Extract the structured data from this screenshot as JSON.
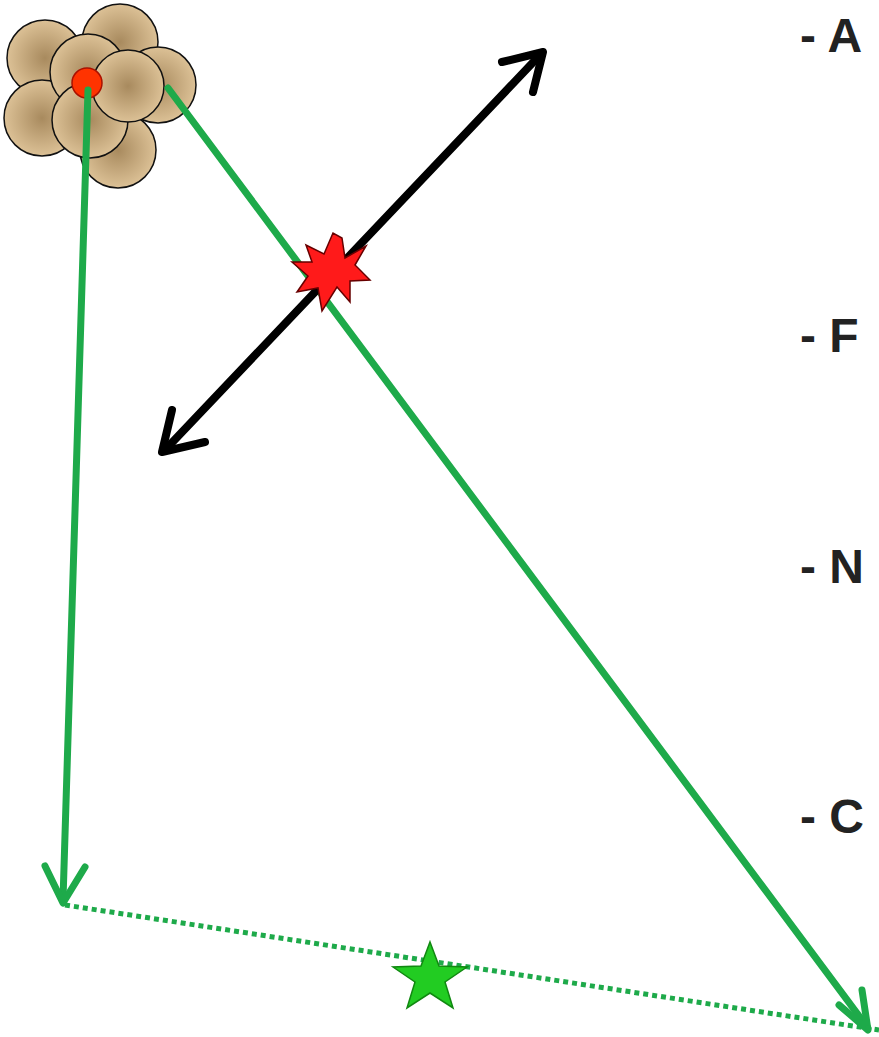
{
  "diagram": {
    "labels": [
      "- A",
      "- F",
      "- N",
      "- C"
    ]
  }
}
